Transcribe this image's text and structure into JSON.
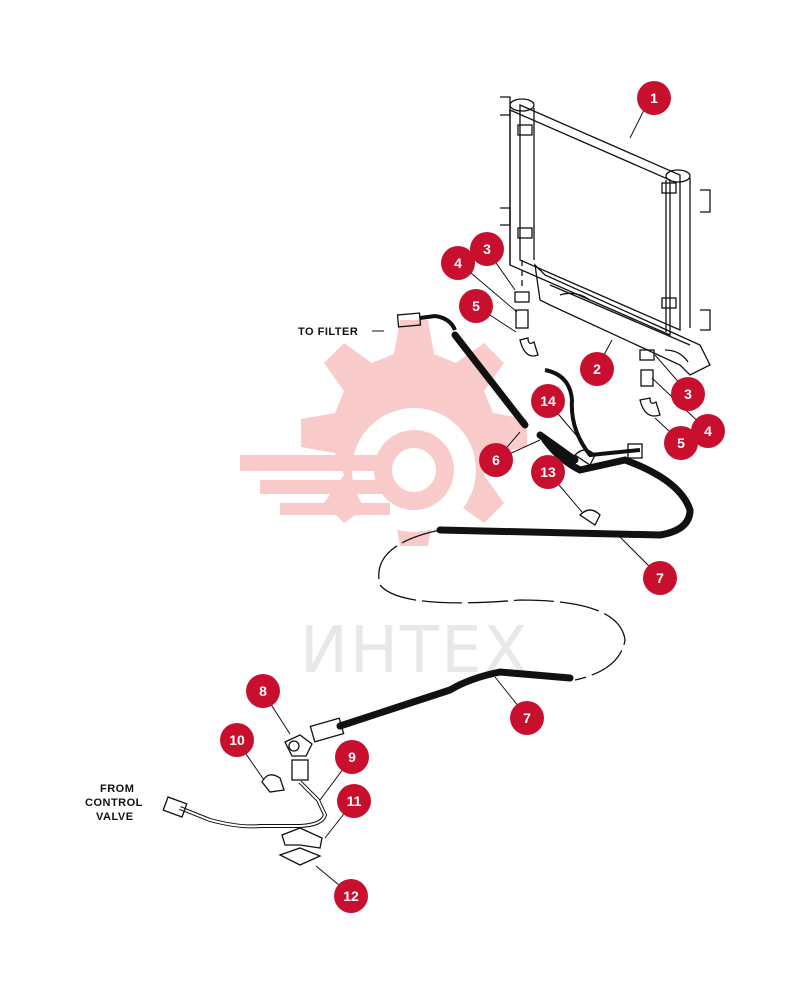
{
  "watermark": {
    "text": "ИНТЕХ",
    "color": "#f5b5b5"
  },
  "labels": {
    "to_filter": "TO FILTER",
    "from_line1": "FROM",
    "from_line2": "CONTROL",
    "from_line3": "VALVE"
  },
  "callout_color": "#c8102e",
  "callouts": [
    "1",
    "2",
    "3",
    "3",
    "4",
    "4",
    "5",
    "5",
    "6",
    "7",
    "7",
    "8",
    "9",
    "10",
    "11",
    "12",
    "13",
    "14"
  ]
}
